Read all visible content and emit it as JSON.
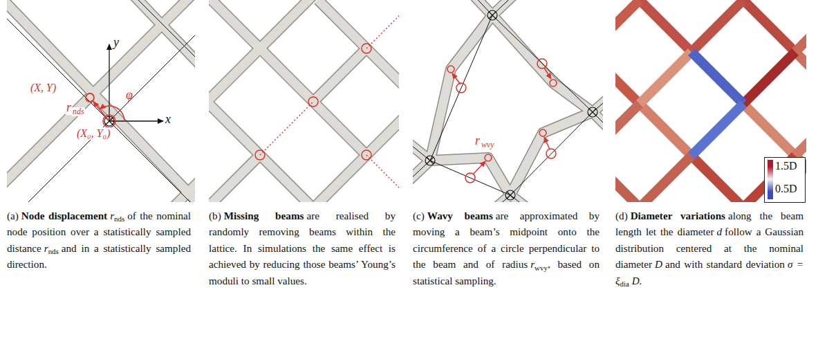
{
  "diagram": {
    "labels": [
      "y",
      "x",
      "(X, Y)",
      "r",
      "nds",
      "φ",
      "(X₀, Y₀)",
      "r",
      "wvy",
      "(a)",
      "Node displacement",
      "r",
      "nds",
      "of the nominal node position over a statistically sampled distance",
      "r",
      "nds",
      "and in a statistically sampled direction.",
      "(b)",
      "Missing beams",
      "are realised by randomly removing beams within the lattice. In simulations the same effect is achieved by reducing those beams’ Young’s moduli to small values.",
      "(c)",
      "Wavy beams",
      "are approximated by moving a beam’s midpoint onto the circumference of a circle perpendicular to the beam and of radius",
      "r",
      "wvy",
      ", based on statistical sampling.",
      "(d)",
      "Diameter variations",
      "along the beam length let the diameter",
      "d",
      "follow a Gaussian distribution centered at the nominal diameter",
      "D",
      "and with standard deviation",
      "σ = ξ",
      "dia",
      "D."
    ],
    "legend": [
      {
        "text": "1.5D",
        "color": "#b2182b"
      },
      {
        "text": "0.5D",
        "color": "#3b4cc0"
      }
    ]
  }
}
